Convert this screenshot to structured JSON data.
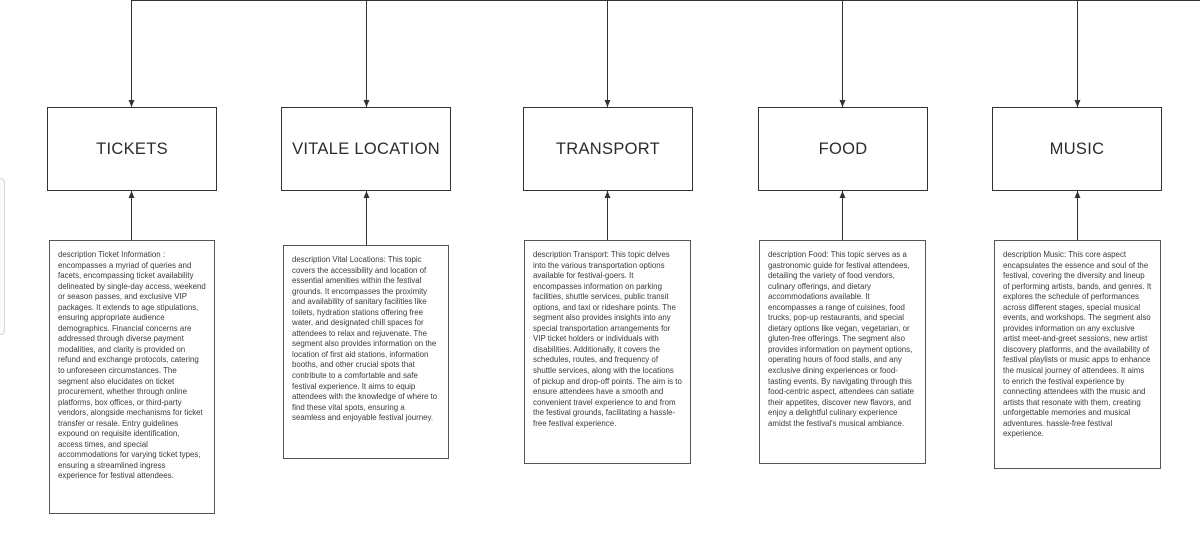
{
  "diagram": {
    "line_color": "#333333",
    "topics": [
      {
        "title": "TICKETS",
        "description": "description Ticket Information : encompasses a myriad of queries and facets, encompassing ticket availability delineated by single-day access, weekend or season passes, and exclusive VIP packages. It extends to age stipulations, ensuring appropriate audience demographics. Financial concerns are addressed through diverse payment modalities, and clarity is provided on refund and exchange protocols, catering to unforeseen circumstances. The segment also elucidates on ticket procurement, whether through online platforms, box offices, or third-party vendors, alongside mechanisms for ticket transfer or resale. Entry guidelines expound on requisite identification, access times, and special accommodations for varying ticket types, ensuring a streamlined ingress experience for festival attendees."
      },
      {
        "title": "VITALE LOCATION",
        "description": "description Vital Locations: This topic covers the accessibility and location of essential amenities within the festival grounds. It encompasses the proximity and availability of sanitary facilities like toilets, hydration stations offering free water, and designated chill spaces for attendees to relax and rejuvenate. The segment also provides information on the location of first aid stations, information booths, and other crucial spots that contribute to a comfortable and safe festival experience. It aims to equip attendees with the knowledge of where to find these vital spots, ensuring a seamless and enjoyable festival journey."
      },
      {
        "title": "TRANSPORT",
        "description": "description Transport: This topic delves into the various transportation options available for festival-goers. It encompasses information on parking facilities, shuttle services, public transit options, and taxi or rideshare points. The segment also provides insights into any special transportation arrangements for VIP ticket holders or individuals with disabilities. Additionally, it covers the schedules, routes, and frequency of shuttle services, along with the locations of pickup and drop-off points. The aim is to ensure attendees have a smooth and convenient travel experience to and from the festival grounds, facilitating a hassle-free festival experience."
      },
      {
        "title": "FOOD",
        "description": "description Food: This topic serves as a gastronomic guide for festival attendees, detailing the variety of food vendors, culinary offerings, and dietary accommodations available. It encompasses a range of cuisines, food trucks, pop-up restaurants, and special dietary options like vegan, vegetarian, or gluten-free offerings. The segment also provides information on payment options, operating hours of food stalls, and any exclusive dining experiences or food-tasting events. By navigating through this food-centric aspect, attendees can satiate their appetites, discover new flavors, and enjoy a delightful culinary experience amidst the festival's musical ambiance."
      },
      {
        "title": "MUSIC",
        "description": "description Music: This core aspect encapsulates the essence and soul of the festival, covering the diversity and lineup of performing artists, bands, and genres. It explores the schedule of performances across different stages, special musical events, and workshops. The segment also provides information on any exclusive artist meet-and-greet sessions, new artist discovery platforms, and the availability of festival playlists or music apps to enhance the musical journey of attendees. It aims to enrich the festival experience by connecting attendees with the music and artists that resonate with them, creating unforgettable memories and musical adventures. hassle-free festival experience."
      }
    ]
  }
}
